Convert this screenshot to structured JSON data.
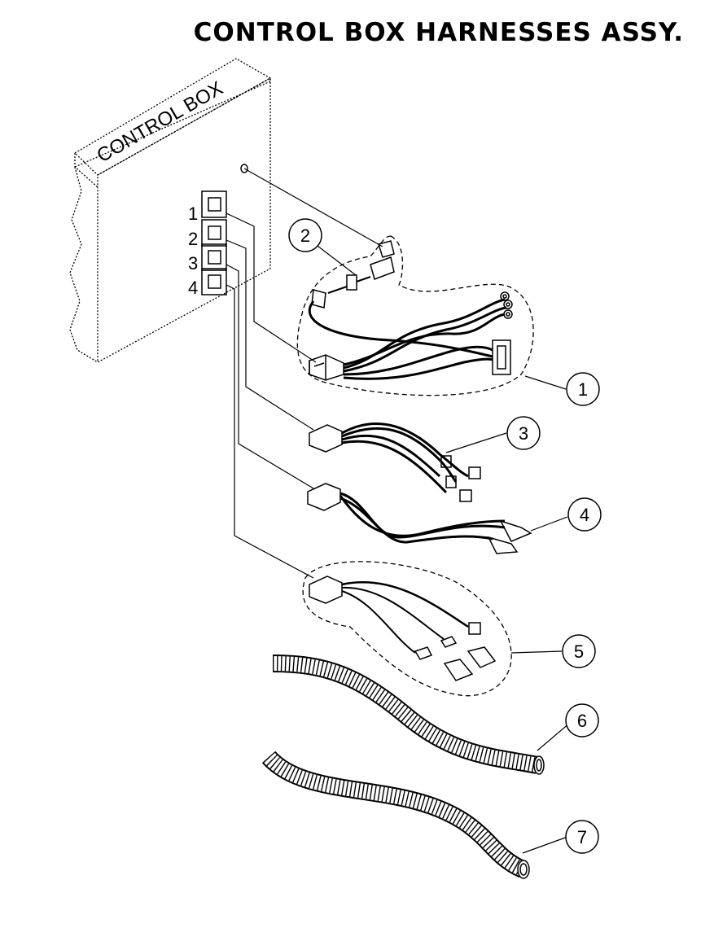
{
  "title": "CONTROL BOX HARNESSES ASSY.",
  "box_label": "CONTROL BOX",
  "ports": [
    "1",
    "2",
    "3",
    "4"
  ],
  "callouts": [
    "1",
    "2",
    "3",
    "4",
    "5",
    "6",
    "7"
  ]
}
